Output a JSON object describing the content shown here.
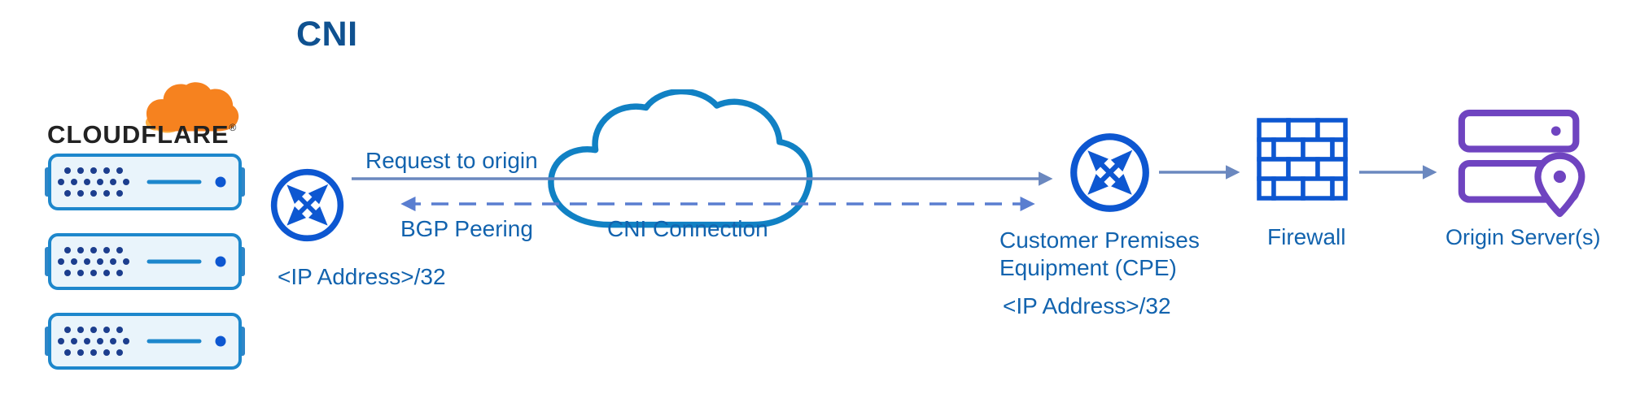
{
  "title": "CNI",
  "logo": {
    "wordmark": "CLOUDFLARE",
    "registered": "®"
  },
  "edges": {
    "request_to_origin": {
      "label": "Request to origin",
      "style": "solid",
      "direction": "left-to-right"
    },
    "bgp_peering": {
      "label": "BGP Peering",
      "style": "dashed",
      "direction": "bidirectional"
    }
  },
  "nodes": {
    "cloudflare_edge": {
      "icon": "router-icon",
      "ip": "<IP Address>/32",
      "servers_count": 3
    },
    "cni_cloud": {
      "icon": "cloud-icon",
      "label": "CNI Connection"
    },
    "cpe": {
      "icon": "router-icon",
      "label_line1": "Customer Premises",
      "label_line2": "Equipment (CPE)",
      "ip": "<IP Address>/32"
    },
    "firewall": {
      "icon": "firewall-icon",
      "label": "Firewall"
    },
    "origin": {
      "icon": "origin-server-icon",
      "label": "Origin Server(s)"
    }
  },
  "icons": {
    "cloudflare-logo-cloud-icon": "orange cloud shape",
    "server-icon": "blue server chassis with dot grid, line and led dot",
    "router-icon": "blue circle with four diagonal exchange arrows",
    "cloud-icon": "blue outlined cloud",
    "firewall-icon": "blue brick wall",
    "origin-server-icon": "purple stacked server bars",
    "location-pin-icon": "purple map pin"
  },
  "colors": {
    "router_blue": "#0d57d1",
    "cloud_stroke": "#1181c4",
    "label_text": "#1263ae",
    "title_text": "#0f5190",
    "solid_arrow": "#6b88bf",
    "dashed_arrow": "#5a7ed0",
    "origin_purple": "#6f44c0",
    "logo_orange": "#f6821f",
    "logo_orange_light": "#fbad41",
    "server_fill": "#e9f4fb",
    "server_border": "#1d87cc",
    "server_dots": "#1c3e8e",
    "wordmark_black": "#222222"
  }
}
